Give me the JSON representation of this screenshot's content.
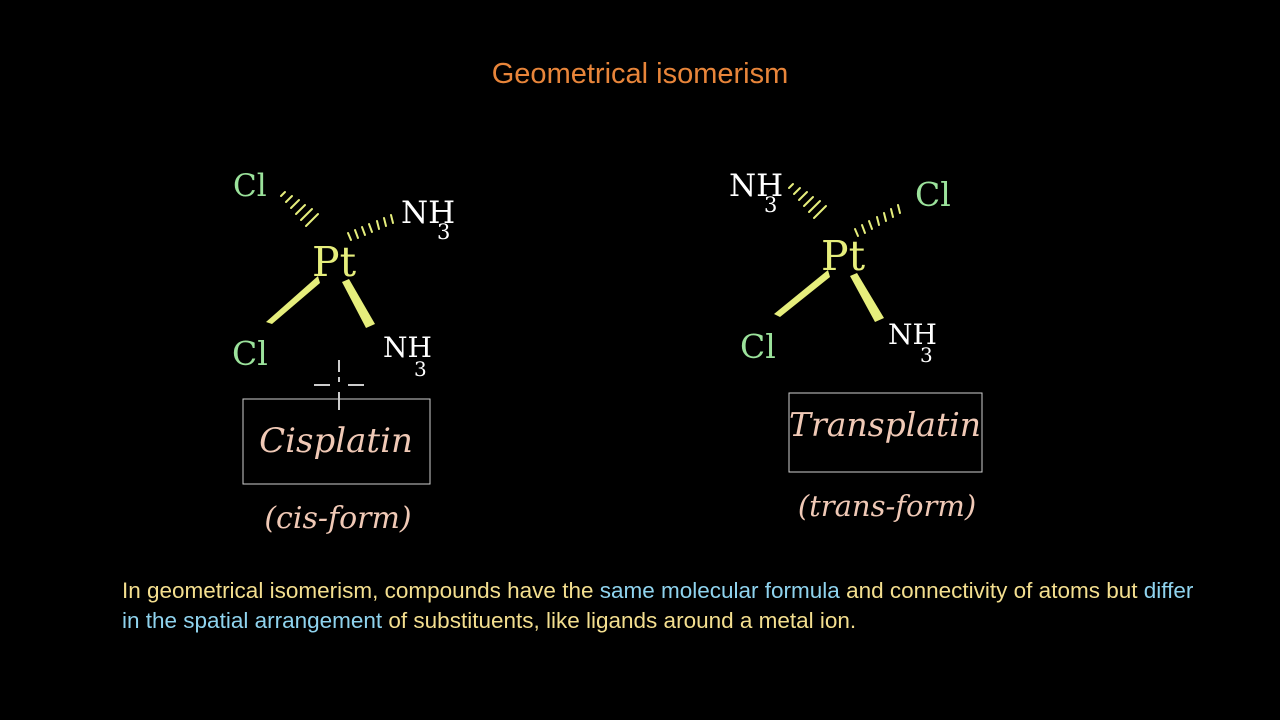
{
  "title": "Geometrical isomerism",
  "colors": {
    "title": "#e8853a",
    "chlorine": "#9be29b",
    "platinum": "#e6ee7c",
    "ammonia": "#ffffff",
    "name_text": "#f0c9b6",
    "caption_text": "#f4df8f",
    "caption_highlight": "#8fd3ee",
    "box_border": "#cfcfcf"
  },
  "cis": {
    "top_left_ligand": "Cl",
    "top_right_ligand": "NH",
    "top_right_subscript": "3",
    "center_atom": "Pt",
    "bottom_left_ligand": "Cl",
    "bottom_right_ligand": "NH",
    "bottom_right_subscript": "3",
    "name": "Cisplatin",
    "form": "(cis-form)"
  },
  "trans": {
    "top_left_ligand": "NH",
    "top_left_subscript": "3",
    "top_right_ligand": "Cl",
    "center_atom": "Pt",
    "bottom_left_ligand": "Cl",
    "bottom_right_ligand": "NH",
    "bottom_right_subscript": "3",
    "name": "Transplatin",
    "form": "(trans-form)"
  },
  "caption": {
    "part1": "In geometrical isomerism, compounds have the ",
    "highlight1": "same molecular formula",
    "part2": " and connectivity of atoms but ",
    "highlight2": "differ in the spatial arrangement",
    "part3": " of substituents, like ligands around a metal ion."
  }
}
